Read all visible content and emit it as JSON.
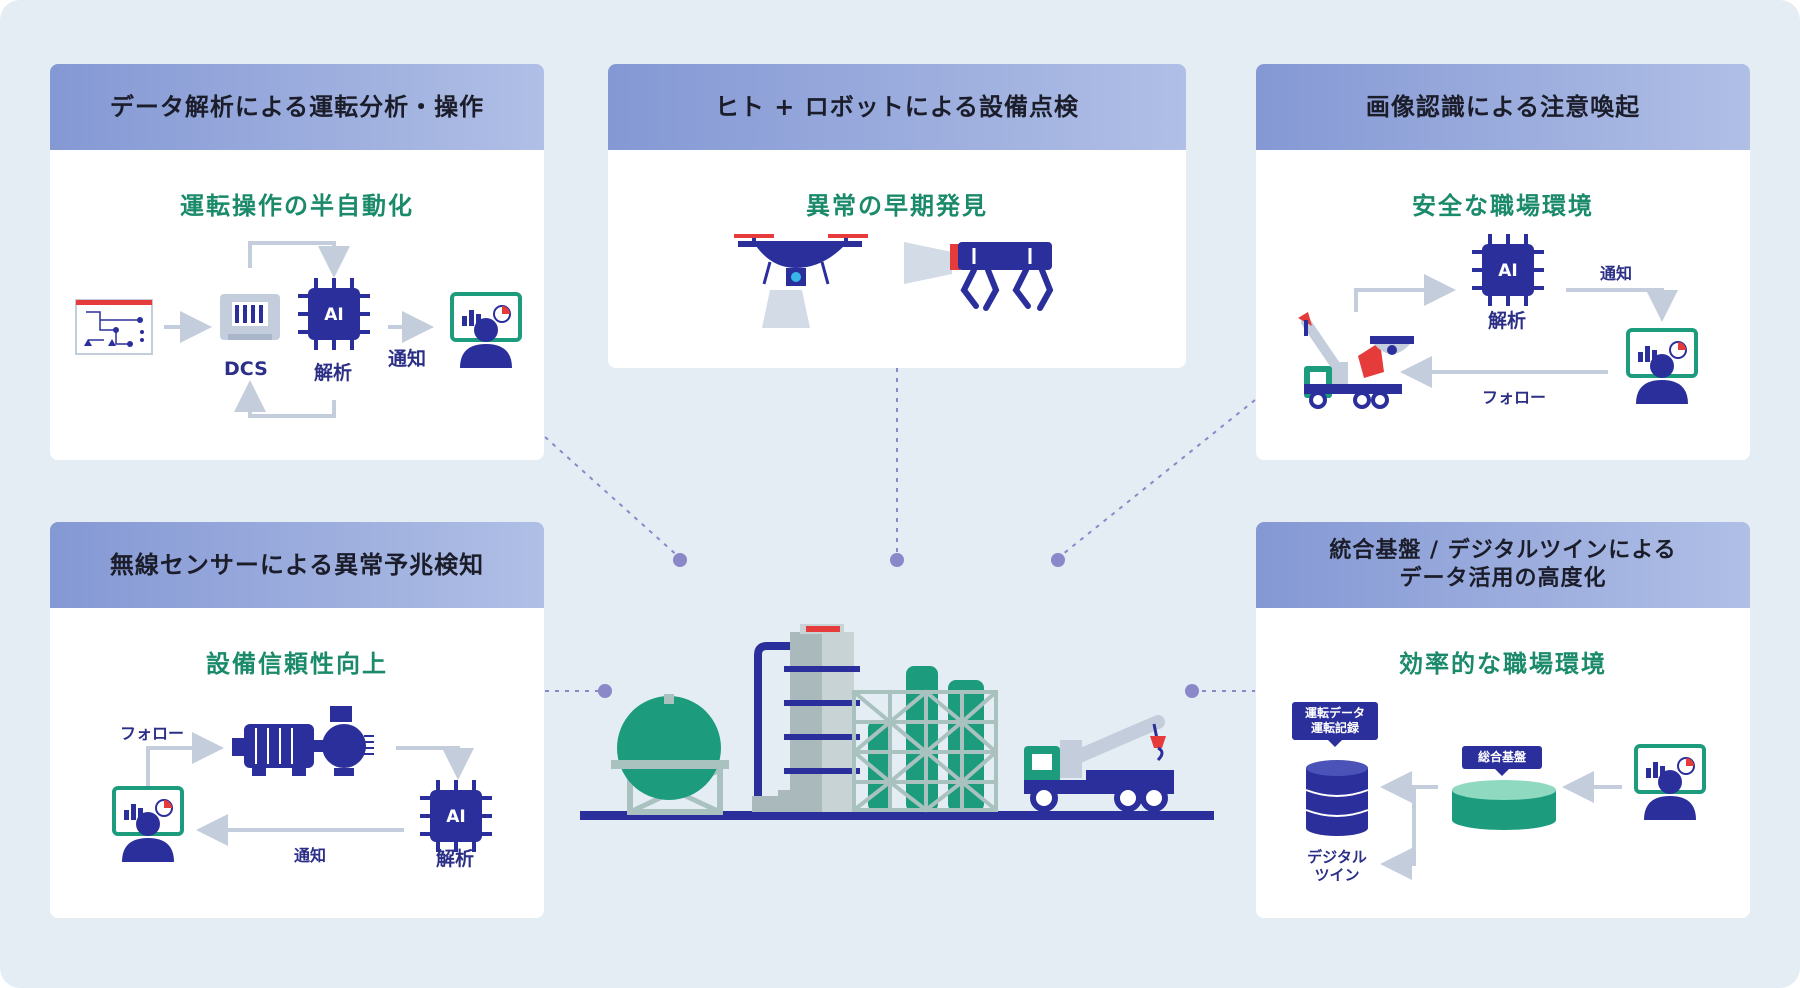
{
  "cards": {
    "top_left": {
      "title": "データ解析による運転分析・操作",
      "subtitle": "運転操作の半自動化",
      "dcs_label": "DCS",
      "analysis_label": "解析",
      "notify_label": "通知",
      "ai_label": "AI"
    },
    "top_center": {
      "title": "ヒト + ロボットによる設備点検",
      "subtitle": "異常の早期発見"
    },
    "top_right": {
      "title": "画像認識による注意喚起",
      "subtitle": "安全な職場環境",
      "ai_label": "AI",
      "analysis_label": "解析",
      "notify_label": "通知",
      "follow_label": "フォロー"
    },
    "bottom_left": {
      "title": "無線センサーによる異常予兆検知",
      "subtitle": "設備信頼性向上",
      "follow_label": "フォロー",
      "notify_label": "通知",
      "ai_label": "AI",
      "analysis_label": "解析"
    },
    "bottom_right": {
      "title_line1": "統合基盤 / デジタルツインによる",
      "title_line2": "データ活用の高度化",
      "subtitle": "効率的な職場環境",
      "tag_records_line1": "運転データ",
      "tag_records_line2": "運転記録",
      "tag_platform": "総合基盤",
      "digital_twin_line1": "デジタル",
      "digital_twin_line2": "ツイン"
    }
  },
  "colors": {
    "background": "#e5edf4",
    "header_start": "#8498d4",
    "header_end": "#b0bfe6",
    "accent_green": "#1a8a6a",
    "navy": "#2b2f9c",
    "teal": "#1c9c7c",
    "connector": "#8a88c8",
    "arrow": "#c3cddc"
  }
}
